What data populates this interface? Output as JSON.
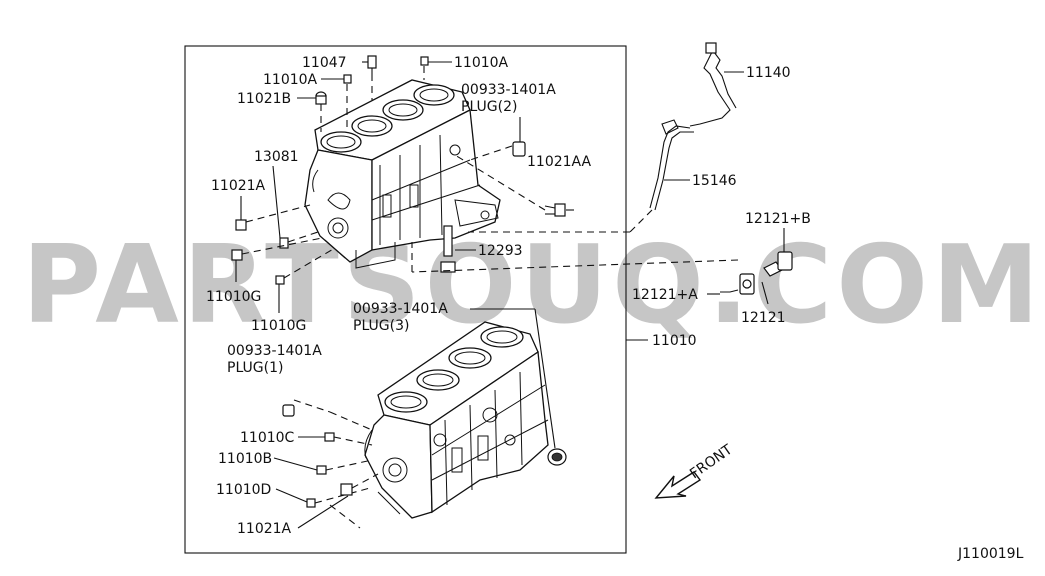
{
  "watermark": "PARTSOUQ.COM",
  "diagram_code": "J110019L",
  "front_label": "FRONT",
  "callouts": {
    "c_11047": "11047",
    "c_11010A_top": "11010A",
    "c_11010A_left": "11010A",
    "c_11021B": "11021B",
    "c_plug2_num": "00933-1401A",
    "c_plug2_txt": "PLUG(2)",
    "c_13081": "13081",
    "c_11021AA": "11021AA",
    "c_11021A_left": "11021A",
    "c_12293": "12293",
    "c_11010G_1": "11010G",
    "c_11010G_2": "11010G",
    "c_plug3_num": "00933-1401A",
    "c_plug3_txt": "PLUG(3)",
    "c_11010": "11010",
    "c_11140": "11140",
    "c_15146": "15146",
    "c_12121B": "12121+B",
    "c_12121A": "12121+A",
    "c_12121": "12121",
    "c_plug1_num": "00933-1401A",
    "c_plug1_txt": "PLUG(1)",
    "c_11010C": "11010C",
    "c_11010B": "11010B",
    "c_11010D": "11010D",
    "c_11021A_bottom": "11021A"
  }
}
